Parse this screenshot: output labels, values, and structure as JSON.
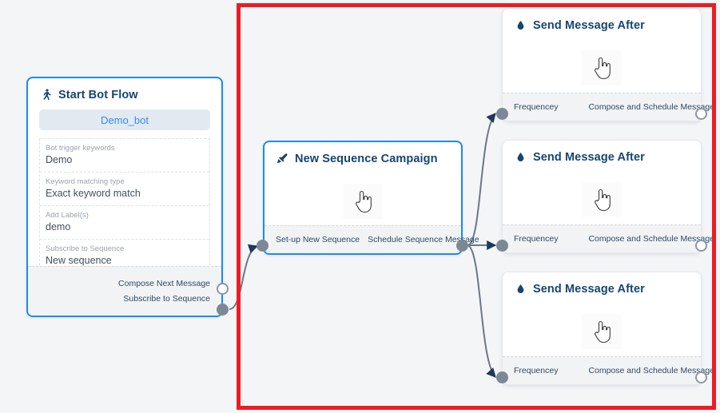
{
  "canvas": {
    "background_color": "#f4f5f7",
    "annotation": {
      "name": "red-highlight-rectangle",
      "color": "#ed1c24"
    }
  },
  "nodes": {
    "start_bot_flow": {
      "title": "Start Bot Flow",
      "icon": "running-person-icon",
      "bot_pill": "Demo_bot",
      "fields": [
        {
          "label": "Bot trigger keywords",
          "value": "Demo"
        },
        {
          "label": "Keyword matching type",
          "value": "Exact keyword match"
        },
        {
          "label": "Add Label(s)",
          "value": "demo"
        },
        {
          "label": "Subscribe to Sequence",
          "value": "New sequence"
        }
      ],
      "outputs": [
        {
          "label": "Compose Next Message",
          "port": "hollow"
        },
        {
          "label": "Subscribe to Sequence",
          "port": "filled"
        }
      ]
    },
    "new_sequence_campaign": {
      "title": "New Sequence Campaign",
      "icon": "megaphone-icon",
      "body_cursor": "pointing-hand-cursor",
      "footer_left_label": "Set-up New Sequence",
      "footer_right_label": "Schedule Sequence Message",
      "input_port": "filled",
      "output_port": "filled"
    },
    "send_message_after": [
      {
        "title": "Send Message After",
        "icon": "droplet-icon",
        "body_cursor": "pointing-hand-cursor",
        "footer_left_label": "Frequencey",
        "footer_right_label": "Compose and Schedule Message",
        "input_port": "filled",
        "output_port": "hollow"
      },
      {
        "title": "Send Message After",
        "icon": "droplet-icon",
        "body_cursor": "pointing-hand-cursor",
        "footer_left_label": "Frequencey",
        "footer_right_label": "Compose and Schedule Message",
        "input_port": "filled",
        "output_port": "hollow"
      },
      {
        "title": "Send Message After",
        "icon": "droplet-icon",
        "body_cursor": "pointing-hand-cursor",
        "footer_left_label": "Frequencey",
        "footer_right_label": "Compose and Schedule Message",
        "input_port": "filled",
        "output_port": "hollow"
      }
    ]
  },
  "colors": {
    "selected_border": "#1a8cf0",
    "title_text": "#16456f",
    "port_fill": "#7d8896",
    "edge": "#6b7888",
    "arrow": "#1b3a5c"
  }
}
